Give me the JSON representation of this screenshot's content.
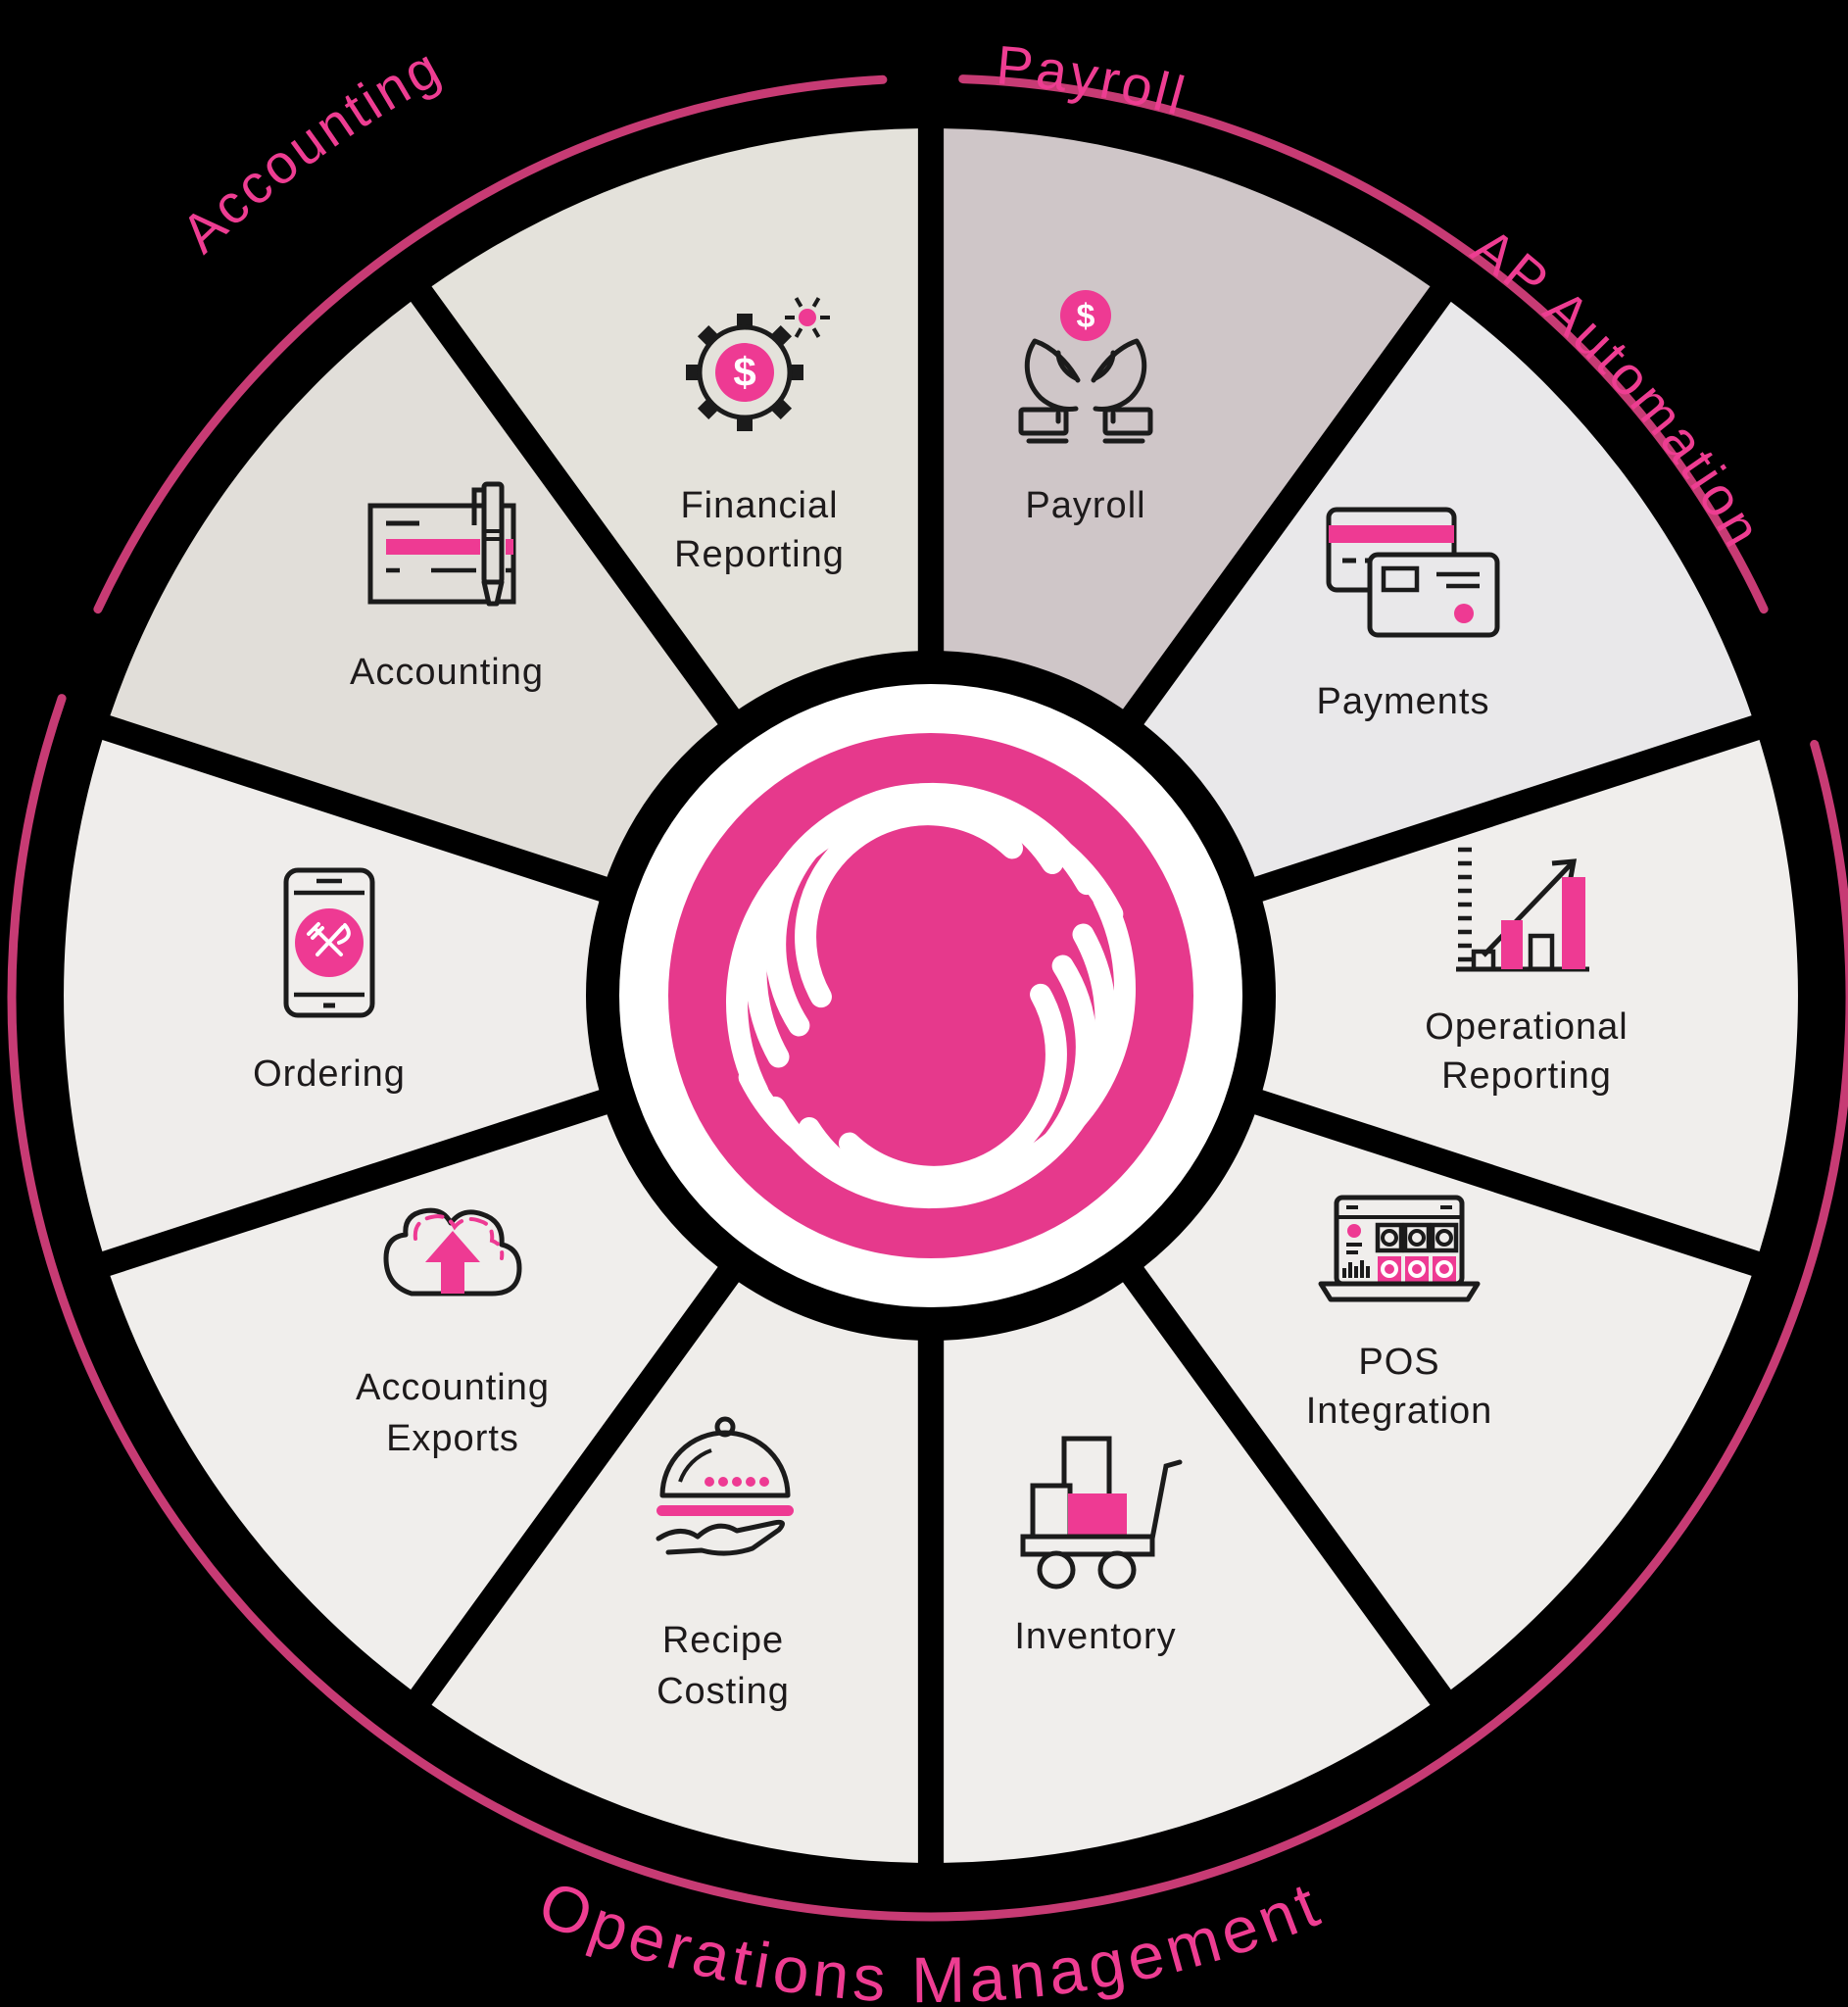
{
  "outer_ring": {
    "labels": [
      {
        "id": "accounting",
        "text": "Accounting"
      },
      {
        "id": "payroll",
        "text": "Payroll"
      },
      {
        "id": "ap_automation",
        "text": "AP Automation"
      },
      {
        "id": "operations_management",
        "text": "Operations Management"
      }
    ]
  },
  "sectors": {
    "financial_reporting": {
      "line1": "Financial",
      "line2": "Reporting",
      "icon": "gear-dollar-sparkle-icon"
    },
    "payroll": {
      "line1": "Payroll",
      "icon": "hands-holding-coin-icon"
    },
    "payments": {
      "line1": "Payments",
      "icon": "credit-cards-icon"
    },
    "operational_reporting": {
      "line1": "Operational",
      "line2": "Reporting",
      "icon": "growth-bar-chart-icon"
    },
    "pos_integration": {
      "line1": "POS",
      "line2": "Integration",
      "icon": "pos-laptop-icon"
    },
    "inventory": {
      "line1": "Inventory",
      "icon": "hand-truck-boxes-icon"
    },
    "recipe_costing": {
      "line1": "Recipe",
      "line2": "Costing",
      "icon": "cloche-serving-hand-icon"
    },
    "accounting_exports": {
      "line1": "Accounting",
      "line2": "Exports",
      "icon": "cloud-upload-icon"
    },
    "ordering": {
      "line1": "Ordering",
      "icon": "phone-utensils-icon"
    },
    "accounting": {
      "line1": "Accounting",
      "icon": "check-and-pen-icon"
    }
  },
  "center": {
    "logo": "restaurant365-swirl-logo"
  },
  "icon_glyphs": {
    "dollar": "$"
  },
  "colors": {
    "background": "#000000",
    "accent_pink": "#ee3a93",
    "center_circle_pink": "#e6398c",
    "outer_arc_pink": "#c73b74",
    "outer_label_pink": "#ee3d92",
    "sector_default": "#f0eeec",
    "sector_financial_reporting": "#e4e2db",
    "sector_payroll": "#cfc6c8",
    "sector_payments": "#e9e8ea",
    "sector_accounting": "#e1ded9",
    "sector_text": "#1d1a1b",
    "icon_line": "#1b1b1b",
    "logo_white": "#ffffff"
  }
}
